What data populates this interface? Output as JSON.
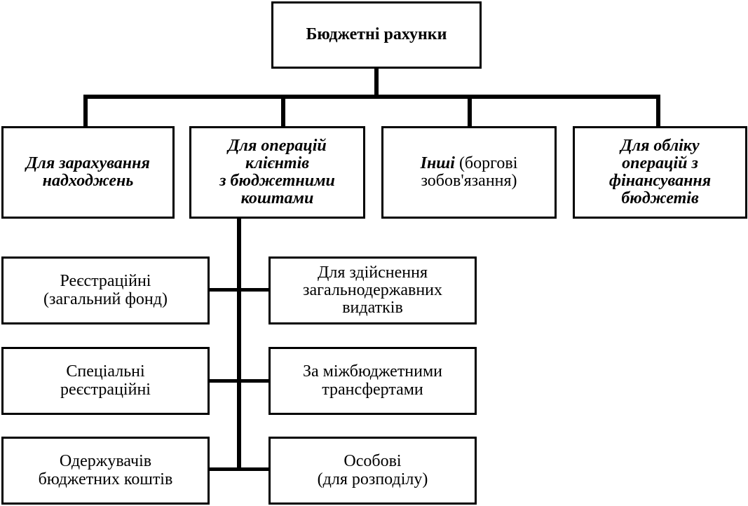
{
  "root": {
    "label": "Бюджетні рахунки"
  },
  "level1": [
    {
      "label": "Для зарахування\nнадходжень"
    },
    {
      "label": "Для операцій\nклієнтів\nз бюджетними\nкоштами"
    },
    {
      "label_bold": "Інші",
      "label_rest": " (боргові\nзобов'язання)"
    },
    {
      "label": "Для обліку\nоперацій з\nфінансування\nбюджетів"
    }
  ],
  "left_children": [
    {
      "label": "Реєстраційні\n(загальний фонд)"
    },
    {
      "label": "Спеціальні\nреєстраційні"
    },
    {
      "label": "Одержувачів\nбюджетних коштів"
    }
  ],
  "right_children": [
    {
      "label": "Для здійснення\nзагальнодержавних\nвидатків"
    },
    {
      "label": "За міжбюджетними\nтрансфертами"
    },
    {
      "label": "Особові\n(для розподілу)"
    }
  ]
}
